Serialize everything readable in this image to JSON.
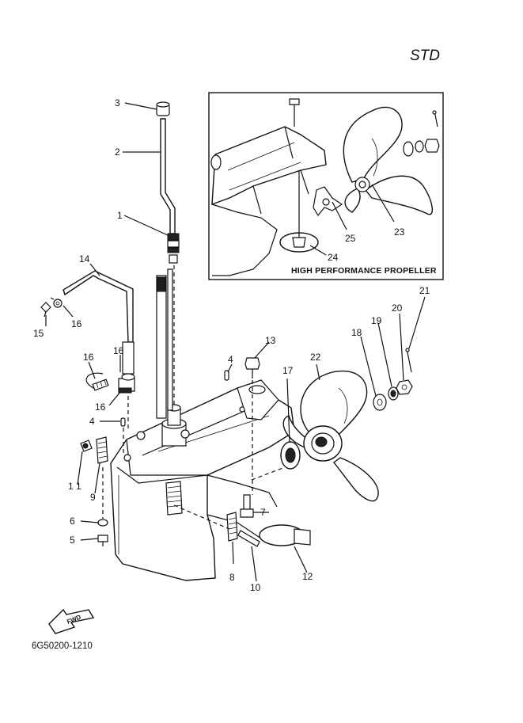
{
  "header": {
    "variant_label": "STD"
  },
  "inset": {
    "title": "HIGH PERFORMANCE PROPELLER"
  },
  "footer": {
    "diagram_code": "6G50200-1210"
  },
  "fwd_arrow": {
    "label": "FWD"
  },
  "callouts": {
    "c1": "1",
    "c2": "2",
    "c3": "3",
    "c4a": "4",
    "c4b": "4",
    "c5": "5",
    "c6": "6",
    "c7": "7",
    "c8": "8",
    "c9": "9",
    "c10": "10",
    "c11": "1 1",
    "c12": "12",
    "c13": "13",
    "c14": "14",
    "c15": "15",
    "c16a": "16",
    "c16b": "16",
    "c16c": "16",
    "c16d": "16",
    "c17": "17",
    "c18": "18",
    "c19": "19",
    "c20": "20",
    "c21": "21",
    "c22": "22",
    "c23": "23",
    "c24": "24",
    "c25": "25"
  },
  "colors": {
    "line": "#111111",
    "paper": "#ffffff"
  }
}
